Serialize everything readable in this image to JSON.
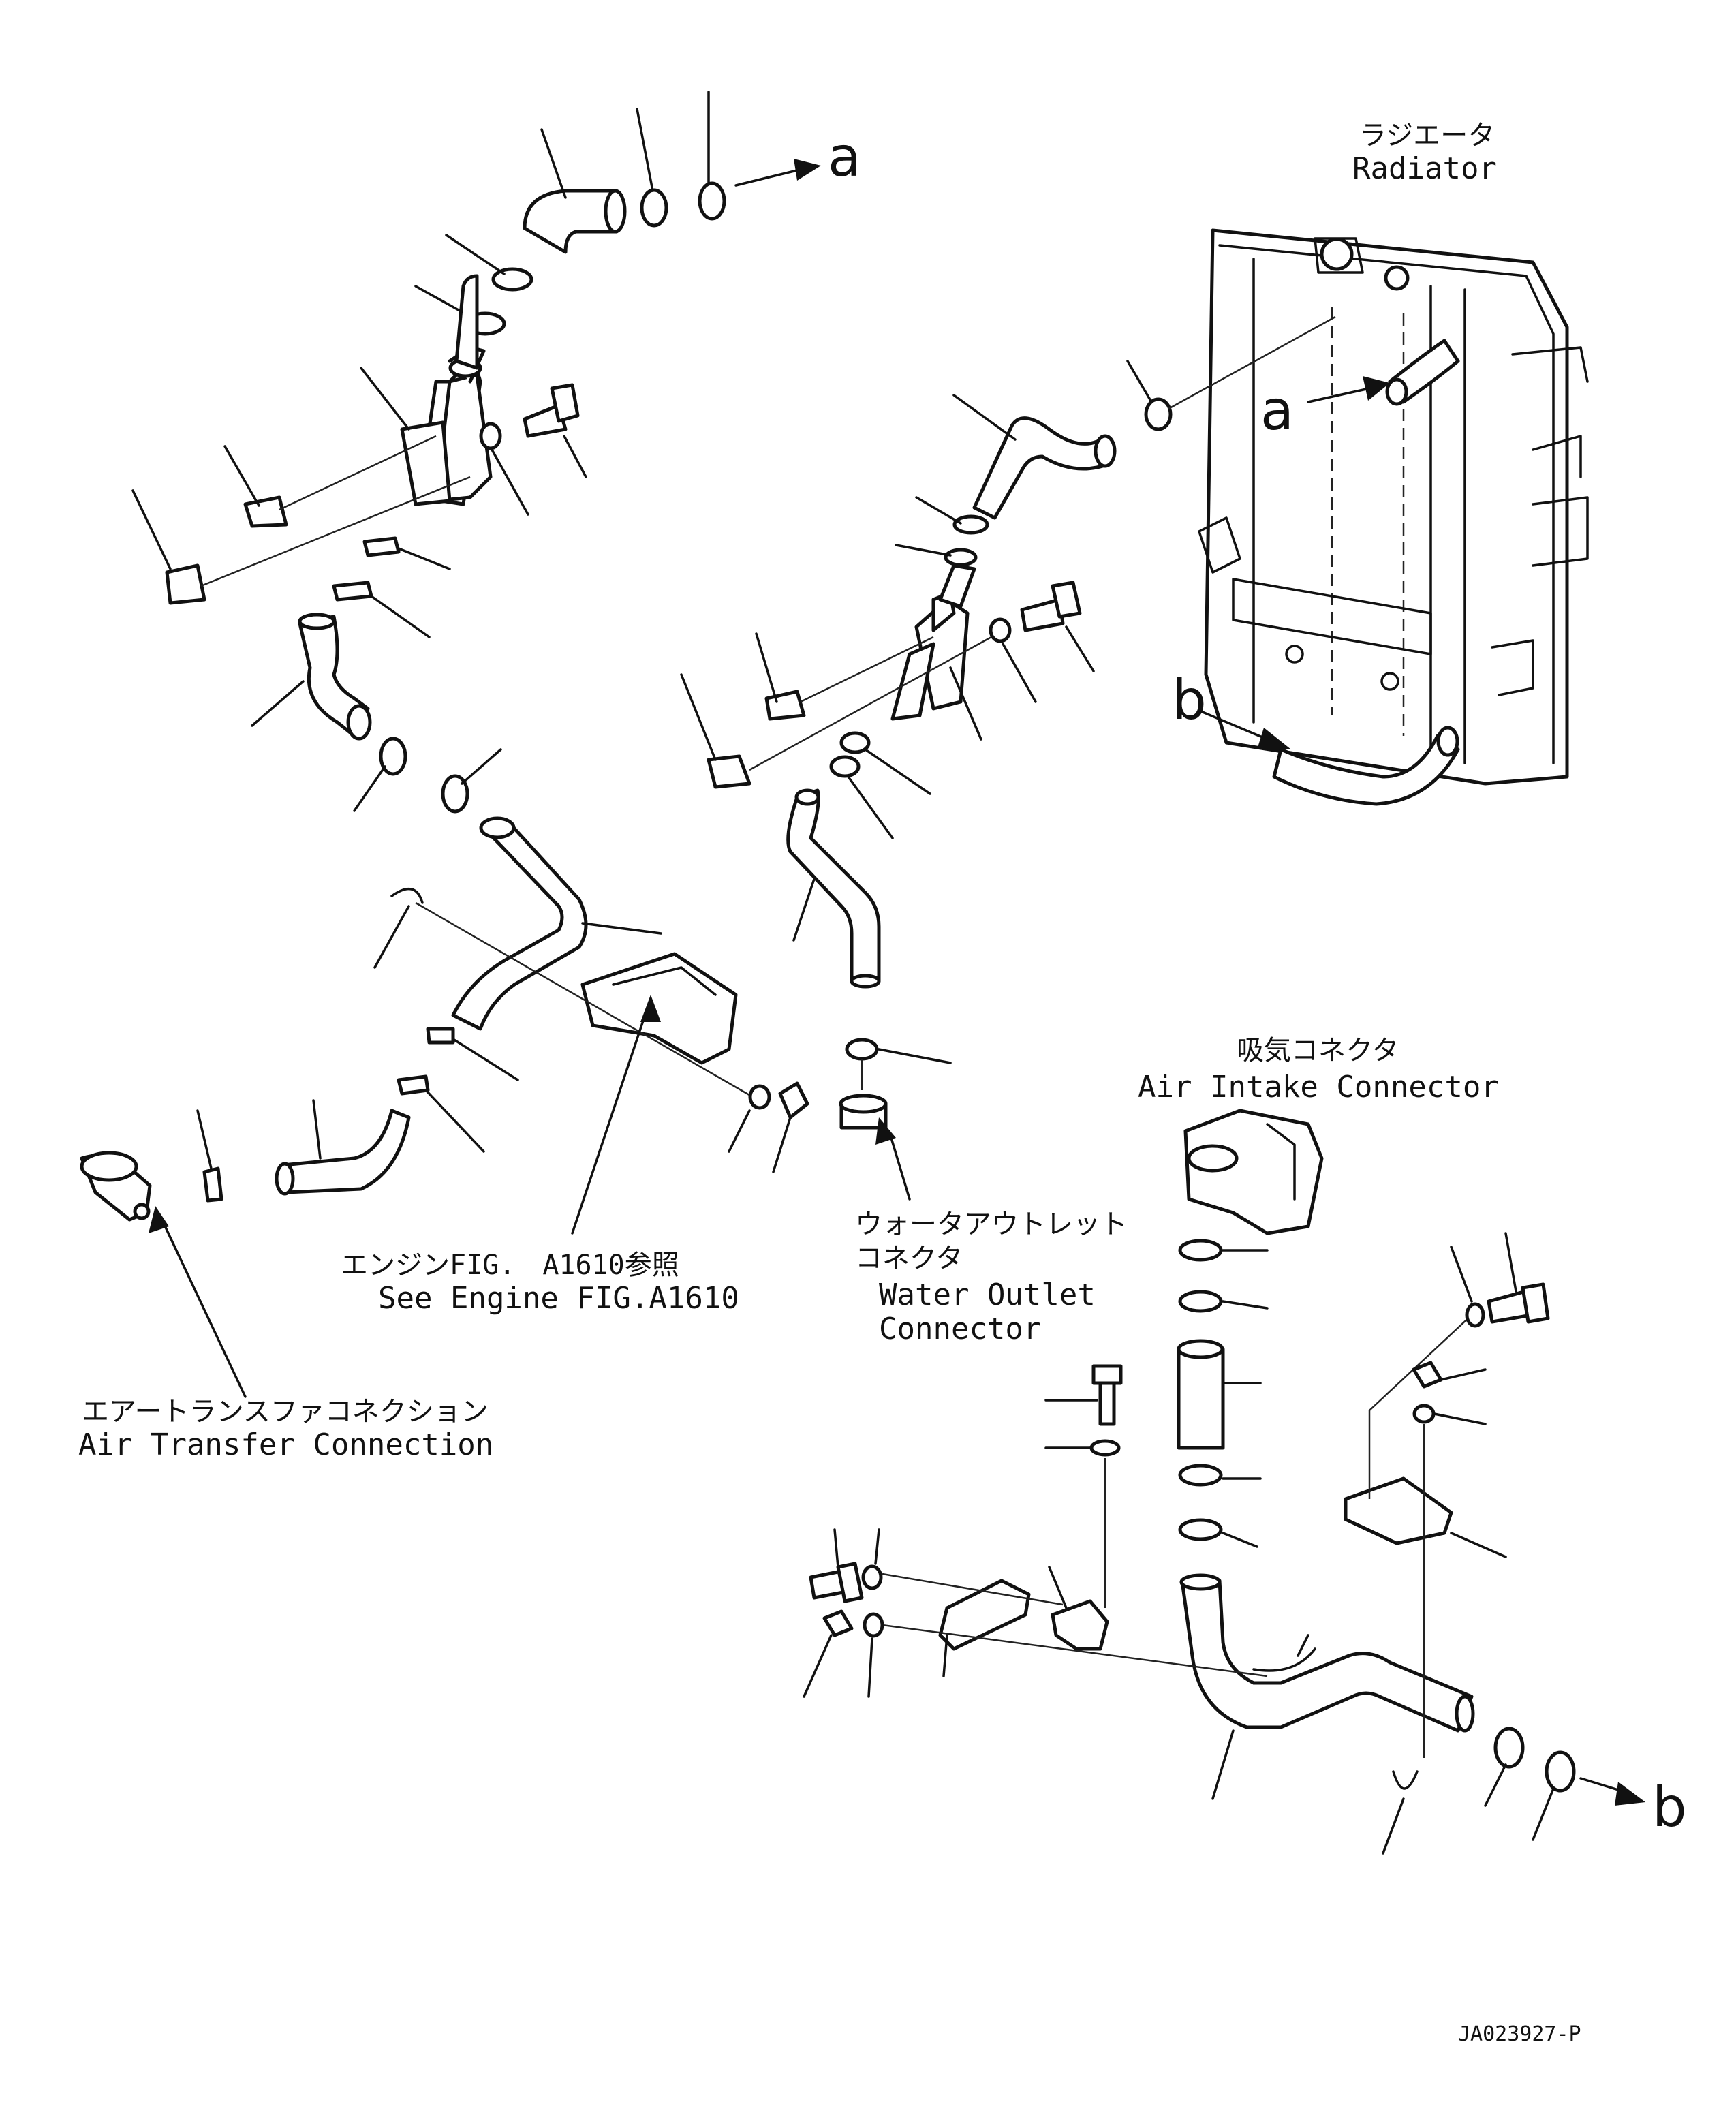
{
  "labels": {
    "radiator_jp": "ラジエータ",
    "radiator_en": "Radiator",
    "air_intake_jp": "吸気コネクタ",
    "air_intake_en": "Air Intake Connector",
    "water_outlet_jp_1": "ウォータアウトレット",
    "water_outlet_jp_2": "コネクタ",
    "water_outlet_en_1": "Water Outlet",
    "water_outlet_en_2": "Connector",
    "engine_ref_jp": "エンジンFIG.　A1610参照",
    "engine_ref_en": "See Engine FIG.A1610",
    "air_transfer_jp": "エアートランスファコネクション",
    "air_transfer_en": "Air Transfer Connection",
    "drawing_number": "JA023927-P"
  },
  "callouts": {
    "a_top": "a",
    "a_radiator": "a",
    "b_radiator": "b",
    "b_bottom": "b"
  },
  "colors": {
    "line": "#111111",
    "background": "#ffffff"
  }
}
